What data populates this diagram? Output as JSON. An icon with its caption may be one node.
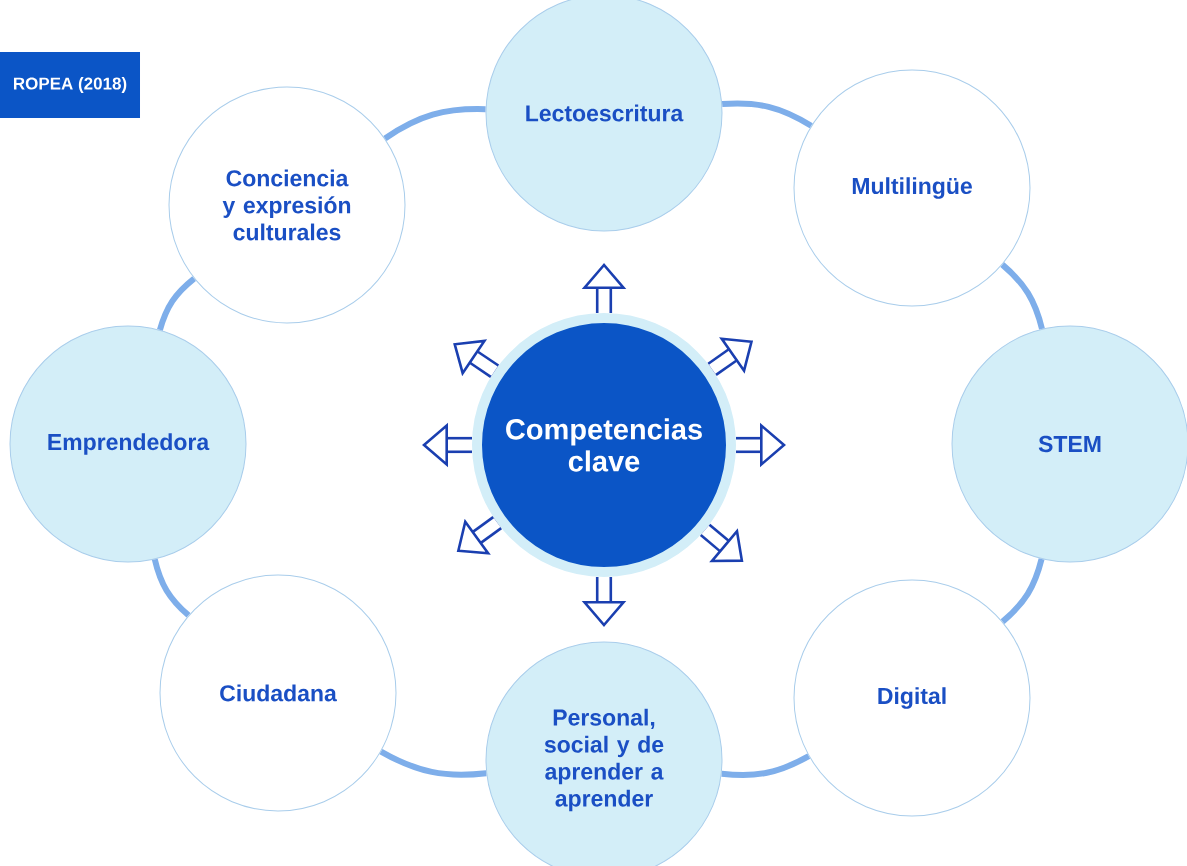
{
  "diagram": {
    "nodes": [
      {
        "text": [
          "ROPEA (2018)"
        ]
      },
      {
        "text": [
          "Lectoescritura"
        ]
      },
      {
        "text": [
          "Conciencia y expresión culturales"
        ]
      },
      {
        "text": [
          "Multilingüe"
        ]
      },
      {
        "text": [
          "Emprendedora"
        ]
      },
      {
        "text": [
          "Competencias clave"
        ]
      },
      {
        "text": [
          "STEM"
        ]
      },
      {
        "text": [
          "Ciudadana"
        ]
      },
      {
        "text": [
          "Digital"
        ]
      },
      {
        "text": [
          "Personal, social y de aprender a aprender"
        ]
      }
    ],
    "edges": [
      {
        "from": 1,
        "to": 3,
        "arrow": "none",
        "color": "#7eaeea"
      },
      {
        "from": 3,
        "to": 6,
        "arrow": "none",
        "color": "#7eaeea"
      },
      {
        "from": 6,
        "to": 8,
        "arrow": "none",
        "color": "#7eaeea"
      },
      {
        "from": 8,
        "to": 9,
        "arrow": "none",
        "color": "#7eaeea"
      },
      {
        "from": 9,
        "to": 7,
        "arrow": "none",
        "color": "#7eaeea"
      },
      {
        "from": 7,
        "to": 4,
        "arrow": "none",
        "color": "#7eaeea"
      },
      {
        "from": 4,
        "to": 2,
        "arrow": "none",
        "color": "#7eaeea"
      },
      {
        "from": 2,
        "to": 1,
        "arrow": "none",
        "color": "#7eaeea"
      },
      {
        "from": 5,
        "to": null,
        "arrow": "to",
        "style": "thick",
        "color": "#1a3fb0"
      },
      {
        "from": 5,
        "to": null,
        "arrow": "to",
        "style": "thick",
        "color": "#1a3fb0"
      },
      {
        "from": 5,
        "to": null,
        "arrow": "to",
        "style": "thick",
        "color": "#1a3fb0"
      },
      {
        "from": 5,
        "to": null,
        "arrow": "to",
        "style": "thick",
        "color": "#1a3fb0"
      },
      {
        "from": 5,
        "to": null,
        "arrow": "to",
        "style": "thick",
        "color": "#1a3fb0"
      },
      {
        "from": 5,
        "to": null,
        "arrow": "to",
        "style": "thick",
        "color": "#1a3fb0"
      },
      {
        "from": 5,
        "to": null,
        "arrow": "to",
        "style": "thick",
        "color": "#1a3fb0"
      },
      {
        "from": 5,
        "to": null,
        "arrow": "to",
        "style": "thick",
        "color": "#1a3fb0"
      }
    ]
  }
}
